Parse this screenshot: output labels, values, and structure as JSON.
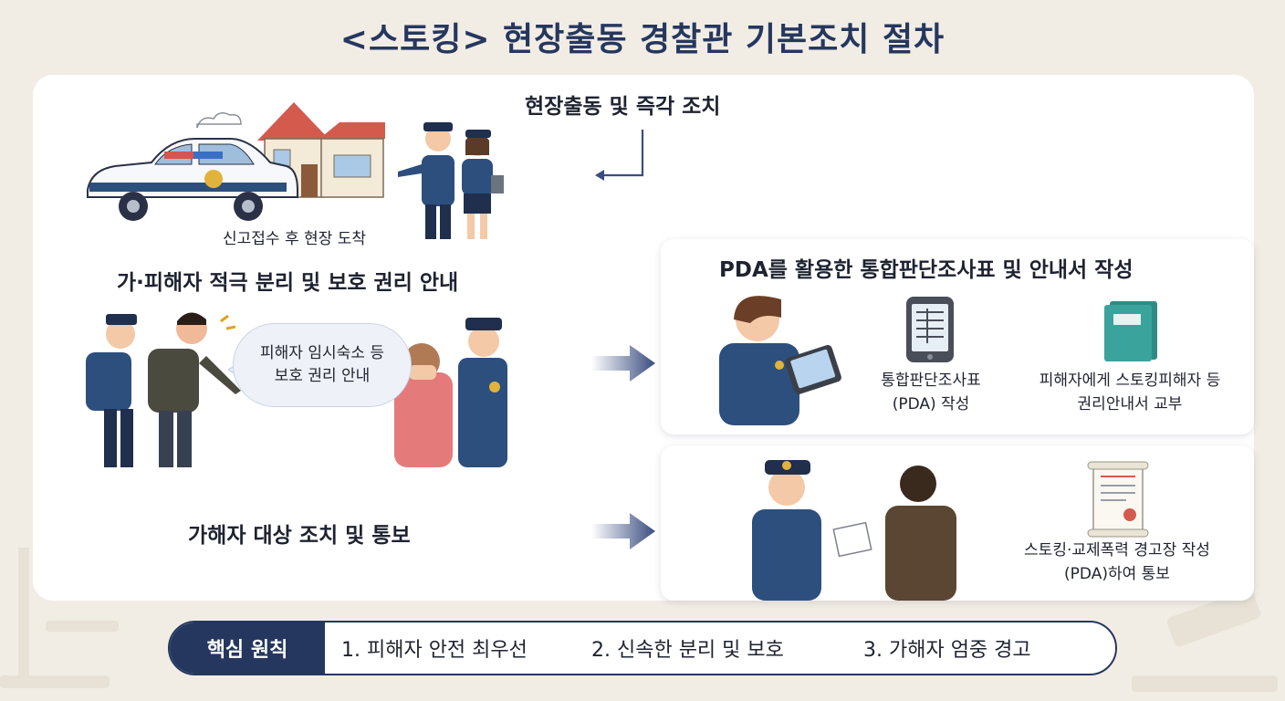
{
  "title": "<스토킹> 현장출동 경찰관 기본조치 절차",
  "steps": {
    "dispatch": {
      "heading": "현장출동 및 즉각 조치",
      "caption": "신고접수 후 현장 도착"
    },
    "separation": {
      "heading": "가·피해자 적극 분리 및 보호 권리 안내",
      "bubble_line1": "피해자 임시숙소 등",
      "bubble_line2": "보호 권리 안내"
    },
    "pda": {
      "heading": "PDA를 활용한 통합판단조사표 및 안내서 작성",
      "item1_line1": "통합판단조사표",
      "item1_line2": "(PDA) 작성",
      "item2_line1": "피해자에게 스토킹피해자 등",
      "item2_line2": "권리안내서 교부"
    },
    "offender": {
      "heading": "가해자 대상 조치 및 통보",
      "doc_line1": "스토킹·교제폭력 경고장 작성",
      "doc_line2": "(PDA)하여 통보"
    }
  },
  "principles": {
    "label": "핵심 원칙",
    "items": [
      "1. 피해자 안전 최우선",
      "2. 신속한 분리 및 보호",
      "3. 가해자 엄중 경고"
    ]
  },
  "colors": {
    "navy": "#26375f",
    "uniform": "#2c4f7e",
    "arrow": "#3a4d80",
    "background": "#f1ede4"
  },
  "icons": [
    "scales-icon",
    "gavel-icon",
    "police-car-icon",
    "house-icon",
    "tablet-icon",
    "book-icon",
    "certificate-icon"
  ]
}
